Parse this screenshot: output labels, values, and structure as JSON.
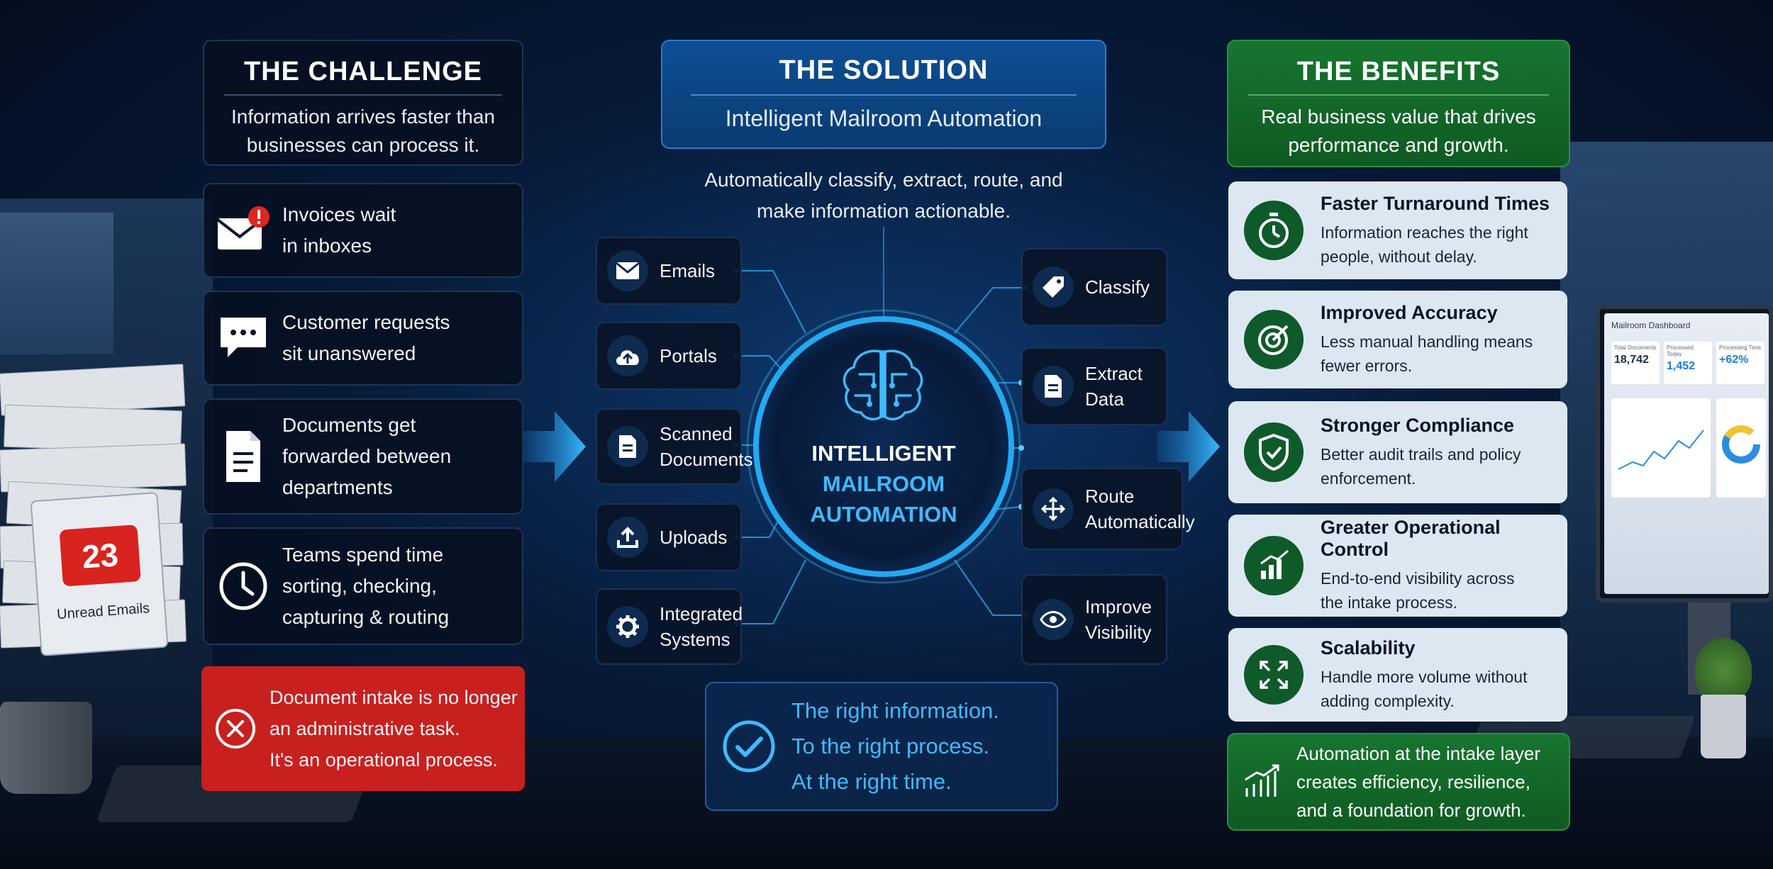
{
  "challenge": {
    "title": "THE CHALLENGE",
    "subtitle_line1": "Information arrives faster than",
    "subtitle_line2": "businesses can process it.",
    "items": [
      {
        "icon": "envelope-alert-icon",
        "line1": "Invoices wait",
        "line2": "in inboxes",
        "line3": ""
      },
      {
        "icon": "chat-bubble-icon",
        "line1": "Customer requests",
        "line2": "sit unanswered",
        "line3": ""
      },
      {
        "icon": "document-icon",
        "line1": "Documents get",
        "line2": "forwarded between",
        "line3": "departments"
      },
      {
        "icon": "clock-icon",
        "line1": "Teams spend time",
        "line2": "sorting, checking,",
        "line3": "capturing & routing"
      }
    ],
    "alert": {
      "line1": "Document intake is no longer",
      "line2": "an administrative task.",
      "line3": "It's an operational process."
    }
  },
  "solution": {
    "title": "THE SOLUTION",
    "subtitle": "Intelligent Mailroom Automation",
    "desc_line1": "Automatically classify, extract, route, and",
    "desc_line2": "make information actionable.",
    "core": {
      "line1": "INTELLIGENT",
      "line2": "MAILROOM",
      "line3": "AUTOMATION"
    },
    "sources": [
      {
        "icon": "envelope-icon",
        "line1": "Emails",
        "line2": ""
      },
      {
        "icon": "cloud-upload-icon",
        "line1": "Portals",
        "line2": ""
      },
      {
        "icon": "document-icon",
        "line1": "Scanned",
        "line2": "Documents"
      },
      {
        "icon": "upload-icon",
        "line1": "Uploads",
        "line2": ""
      },
      {
        "icon": "gear-icon",
        "line1": "Integrated",
        "line2": "Systems"
      }
    ],
    "actions": [
      {
        "icon": "tag-icon",
        "line1": "Classify",
        "line2": ""
      },
      {
        "icon": "document-icon",
        "line1": "Extract",
        "line2": "Data"
      },
      {
        "icon": "arrows-move-icon",
        "line1": "Route",
        "line2": "Automatically"
      },
      {
        "icon": "eye-icon",
        "line1": "Improve",
        "line2": "Visibility"
      }
    ],
    "tagline": {
      "line1": "The right information.",
      "line2": "To the right process.",
      "line3": "At the right time."
    }
  },
  "benefits": {
    "title": "THE BENEFITS",
    "subtitle_line1": "Real business value that drives",
    "subtitle_line2": "performance and growth.",
    "items": [
      {
        "icon": "stopwatch-icon",
        "title": "Faster Turnaround Times",
        "line1": "Information reaches the right",
        "line2": "people, without delay."
      },
      {
        "icon": "target-icon",
        "title": "Improved Accuracy",
        "line1": "Less manual handling means",
        "line2": "fewer errors."
      },
      {
        "icon": "shield-check-icon",
        "title": "Stronger Compliance",
        "line1": "Better audit trails and policy",
        "line2": "enforcement."
      },
      {
        "icon": "bar-chart-icon",
        "title": "Greater Operational Control",
        "line1": "End-to-end visibility across",
        "line2": "the intake process."
      },
      {
        "icon": "expand-icon",
        "title": "Scalability",
        "line1": "Handle more volume without",
        "line2": "adding complexity."
      }
    ],
    "footer": {
      "line1": "Automation at the intake layer",
      "line2": "creates efficiency, resilience,",
      "line3": "and a foundation for growth."
    }
  },
  "scenery": {
    "notification_count": "23",
    "notification_label": "Unread Emails",
    "monitor_title": "Mailroom Dashboard",
    "stat1_label": "Total Documents",
    "stat1_value": "18,742",
    "stat2_label": "Processed Today",
    "stat2_value": "1,452",
    "stat3_label": "Processing Time",
    "stat3_value": "+62%"
  },
  "colors": {
    "challenge_red": "#c8201e",
    "solution_blue": "#0d4a8c",
    "benefit_green": "#0f5f26",
    "accent_cyan": "#29b6f6"
  }
}
